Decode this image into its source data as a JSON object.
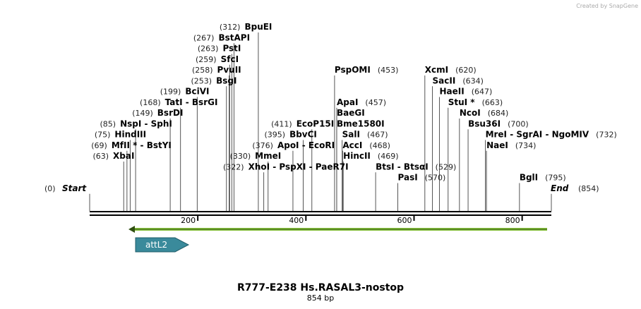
{
  "credit": "Created by SnapGene",
  "title": "R777-E238 Hs.RASAL3-nostop",
  "subtitle": "854 bp",
  "feature_label": "attL2",
  "ticks": [
    "200",
    "400",
    "600",
    "800"
  ],
  "colors": {
    "feature_fill": "#3a8a9b",
    "arrow_green": "#8ac43f"
  },
  "sites": [
    {
      "name": "BpuEI",
      "pos": "(312)",
      "bp": 312,
      "row": 0,
      "layout": "pn"
    },
    {
      "name": "BstAPI",
      "pos": "(267)",
      "bp": 267,
      "row": 1,
      "layout": "pn"
    },
    {
      "name": "PstI",
      "pos": "(263)",
      "bp": 263,
      "row": 2,
      "layout": "pn"
    },
    {
      "name": "SfcI",
      "pos": "(259)",
      "bp": 259,
      "row": 3,
      "layout": "pn"
    },
    {
      "name": "PvuII",
      "pos": "(258)",
      "bp": 258,
      "row": 4,
      "layout": "pn"
    },
    {
      "name": "BsgI",
      "pos": "(253)",
      "bp": 253,
      "row": 5,
      "layout": "pn"
    },
    {
      "name": "BciVI",
      "pos": "(199)",
      "bp": 199,
      "row": 6,
      "layout": "pn"
    },
    {
      "name": "TatI  -  BsrGI",
      "pos": "(168)",
      "bp": 168,
      "row": 7,
      "layout": "pn"
    },
    {
      "name": "BsrDI",
      "pos": "(149)",
      "bp": 149,
      "row": 8,
      "layout": "pn"
    },
    {
      "name": "NspI  -  SphI",
      "pos": "(85)",
      "bp": 85,
      "row": 9,
      "layout": "pn"
    },
    {
      "name": "HindIII",
      "pos": "(75)",
      "bp": 75,
      "row": 10,
      "layout": "pn"
    },
    {
      "name": "MfII *  -  BstYI",
      "pos": "(69)",
      "bp": 69,
      "row": 11,
      "layout": "pn"
    },
    {
      "name": "XbaI",
      "pos": "(63)",
      "bp": 63,
      "row": 12,
      "layout": "pn"
    },
    {
      "name": "EcoP15I",
      "pos": "(411)",
      "bp": 411,
      "row": 9,
      "layout": "pn"
    },
    {
      "name": "BbvCI",
      "pos": "(395)",
      "bp": 395,
      "row": 10,
      "layout": "pn"
    },
    {
      "name": "ApoI  -  EcoRI",
      "pos": "(376)",
      "bp": 376,
      "row": 11,
      "layout": "pn"
    },
    {
      "name": "XhoI  -  PspXI  -  PaeR7I",
      "pos": "(322)",
      "bp": 322,
      "row": 13,
      "layout": "pn"
    },
    {
      "name": "MmeI",
      "pos": "(330)",
      "bp": 330,
      "row": 12,
      "layout": "pn"
    },
    {
      "name": "PspOMI",
      "pos": "(453)",
      "bp": 453,
      "row": 4,
      "layout": "np"
    },
    {
      "name": "ApaI",
      "pos": "(457)",
      "bp": 457,
      "row": 7,
      "layout": "np"
    },
    {
      "name": "BaeGI",
      "pos": "",
      "bp": 457,
      "row": 8,
      "layout": "np"
    },
    {
      "name": "Bme1580I",
      "pos": "",
      "bp": 457,
      "row": 9,
      "layout": "np"
    },
    {
      "name": "SalI",
      "pos": "(467)",
      "bp": 467,
      "row": 10,
      "layout": "np"
    },
    {
      "name": "AccI",
      "pos": "(468)",
      "bp": 468,
      "row": 11,
      "layout": "np"
    },
    {
      "name": "HincII",
      "pos": "(469)",
      "bp": 469,
      "row": 12,
      "layout": "np"
    },
    {
      "name": "BtsI  -  BtsαI",
      "pos": "(529)",
      "bp": 529,
      "row": 13,
      "layout": "np"
    },
    {
      "name": "PasI",
      "pos": "(570)",
      "bp": 570,
      "row": 14,
      "layout": "np"
    },
    {
      "name": "XcmI",
      "pos": "(620)",
      "bp": 620,
      "row": 4,
      "layout": "np"
    },
    {
      "name": "SacII",
      "pos": "(634)",
      "bp": 634,
      "row": 5,
      "layout": "np"
    },
    {
      "name": "HaeII",
      "pos": "(647)",
      "bp": 647,
      "row": 6,
      "layout": "np"
    },
    {
      "name": "StuI *",
      "pos": "(663)",
      "bp": 663,
      "row": 7,
      "layout": "np"
    },
    {
      "name": "NcoI",
      "pos": "(684)",
      "bp": 684,
      "row": 8,
      "layout": "np"
    },
    {
      "name": "Bsu36I",
      "pos": "(700)",
      "bp": 700,
      "row": 9,
      "layout": "np"
    },
    {
      "name": "MreI  -  SgrAI  -  NgoMIV",
      "pos": "(732)",
      "bp": 732,
      "row": 10,
      "layout": "np"
    },
    {
      "name": "NaeI",
      "pos": "(734)",
      "bp": 734,
      "row": 11,
      "layout": "np"
    },
    {
      "name": "BglI",
      "pos": "(795)",
      "bp": 795,
      "row": 14,
      "layout": "np"
    }
  ],
  "start": {
    "name": "Start",
    "pos": "(0)",
    "bp": 0
  },
  "end": {
    "name": "End",
    "pos": "(854)",
    "bp": 854
  }
}
